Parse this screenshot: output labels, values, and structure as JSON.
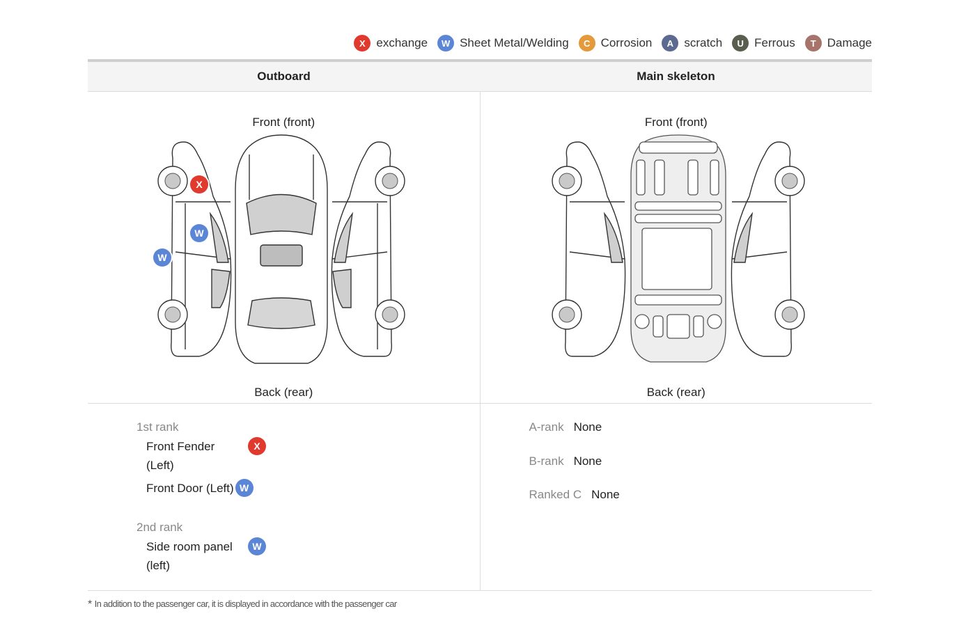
{
  "legend": [
    {
      "code": "X",
      "label": "exchange",
      "color": "#e03a2f"
    },
    {
      "code": "W",
      "label": "Sheet Metal/Welding",
      "color": "#5b86d6"
    },
    {
      "code": "C",
      "label": "Corrosion",
      "color": "#e49a3a"
    },
    {
      "code": "A",
      "label": "scratch",
      "color": "#5c6a8f"
    },
    {
      "code": "U",
      "label": "Ferrous",
      "color": "#5a5e4e"
    },
    {
      "code": "T",
      "label": "Damage",
      "color": "#a6746a"
    }
  ],
  "columns": {
    "outboard": "Outboard",
    "skeleton": "Main skeleton"
  },
  "outboard": {
    "front_label": "Front (front)",
    "back_label": "Back (rear)",
    "markers": [
      {
        "code": "X",
        "part": "front-fender-left"
      },
      {
        "code": "W",
        "part": "front-door-left"
      },
      {
        "code": "W",
        "part": "side-room-panel-left"
      }
    ],
    "ranks": [
      {
        "title": "1st rank",
        "items": [
          {
            "line1": "Front Fender",
            "line2": "(Left)",
            "code": "X"
          },
          {
            "line1": "Front Door (Left)",
            "line2": "",
            "code": "W"
          }
        ]
      },
      {
        "title": "2nd rank",
        "items": [
          {
            "line1": "Side room panel",
            "line2": "(left)",
            "code": "W"
          }
        ]
      }
    ]
  },
  "skeleton": {
    "front_label": "Front (front)",
    "back_label": "Back (rear)",
    "ranks": [
      {
        "label": "A-rank",
        "value": "None"
      },
      {
        "label": "B-rank",
        "value": "None"
      },
      {
        "label": "Ranked C",
        "value": "None"
      }
    ]
  },
  "footnote": {
    "star": "*",
    "text": "In addition to the passenger car, it is displayed in accordance with the passenger car"
  }
}
